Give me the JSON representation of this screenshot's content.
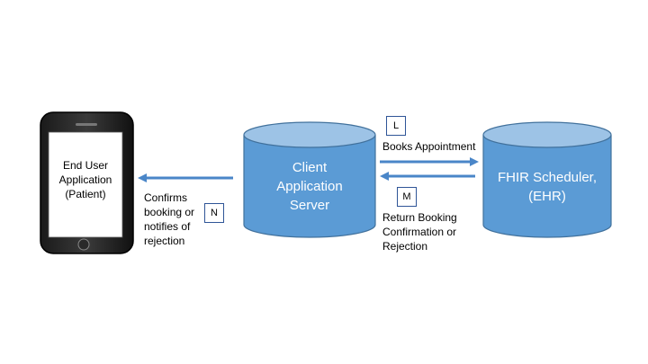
{
  "colors": {
    "cylinder_fill": "#5b9bd5",
    "cylinder_top": "#9dc3e6",
    "cylinder_stroke": "#41719c",
    "arrow": "#4a86c8",
    "tag_border": "#2f5597"
  },
  "phone": {
    "label_lines": [
      "End User",
      "Application",
      "(Patient)"
    ]
  },
  "client_server": {
    "label_lines": [
      "Client",
      "Application",
      "Server"
    ]
  },
  "fhir_scheduler": {
    "label_lines": [
      "FHIR Scheduler,",
      "(EHR)"
    ]
  },
  "step_l": {
    "tag": "L",
    "text": "Books Appointment"
  },
  "step_m": {
    "tag": "M",
    "text_lines": [
      "Return Booking",
      "Confirmation or",
      "Rejection"
    ]
  },
  "step_n": {
    "tag": "N",
    "text_lines": [
      "Confirms",
      "booking or",
      "notifies of",
      "rejection"
    ]
  }
}
